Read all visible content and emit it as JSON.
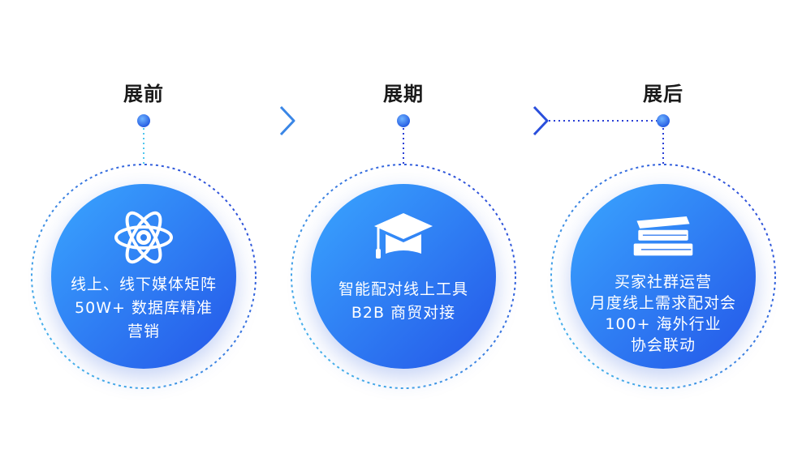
{
  "colors": {
    "gradient_start": "#3aa6ff",
    "gradient_end": "#2456e8",
    "connector_light": "#4fc6ee",
    "connector_dark": "#2a3fd6",
    "dot": "#2d6cf0"
  },
  "stages": [
    {
      "title": "展前",
      "icon": "atom-icon",
      "lines": [
        "线上、线下媒体矩阵",
        "50W+ 数据库精准",
        "营销"
      ]
    },
    {
      "title": "展期",
      "icon": "graduation-cap-icon",
      "lines": [
        "智能配对线上工具",
        "B2B 商贸对接"
      ]
    },
    {
      "title": "展后",
      "icon": "books-icon",
      "lines": [
        "买家社群运营",
        "月度线上需求配对会",
        "100+ 海外行业",
        "协会联动"
      ]
    }
  ]
}
